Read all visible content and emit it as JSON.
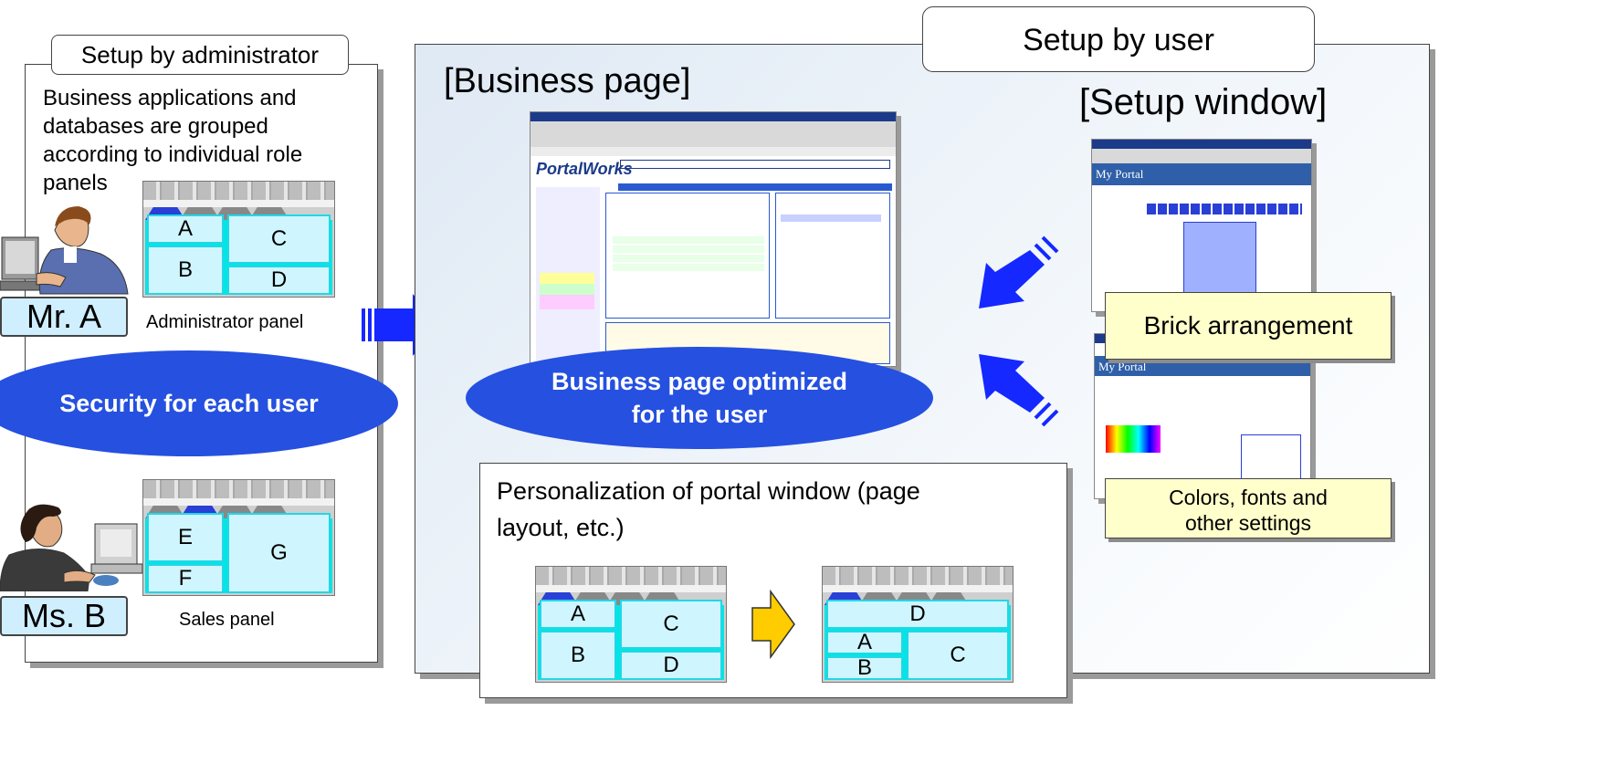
{
  "admin": {
    "tab_label": "Setup by administrator",
    "description": "Business applications and databases are grouped according to individual role panels",
    "user_a": {
      "name": "Mr. A",
      "panel_caption": "Administrator panel",
      "cells": [
        "A",
        "C",
        "B",
        "D"
      ]
    },
    "security": "Security for each user",
    "user_b": {
      "name": "Ms. B",
      "panel_caption": "Sales panel",
      "cells": [
        "E",
        "G",
        "F"
      ]
    }
  },
  "user": {
    "tab_label": "Setup by user",
    "business_page_label": "[Business page]",
    "setup_window_label": "[Setup window]",
    "optimized": "Business page optimized for the user",
    "brick_arrangement": "Brick arrangement",
    "colors_fonts": "Colors, fonts and other settings",
    "personalization_title": "Personalization of portal window (page layout, etc.)",
    "before_cells": [
      "A",
      "C",
      "B",
      "D"
    ],
    "after_cells": [
      "D",
      "A",
      "B",
      "C"
    ]
  },
  "screens": {
    "portal_logo": "PortalWorks",
    "my_portal": "My Portal"
  },
  "colors": {
    "ellipse_blue": "#2550e0",
    "arrow_blue": "#1428ff",
    "note_yellow": "#ffffcc",
    "panel_bg": "#e9f1f9",
    "cell_cyan": "#cff6ff",
    "arrow_yellow": "#ffcc00"
  }
}
